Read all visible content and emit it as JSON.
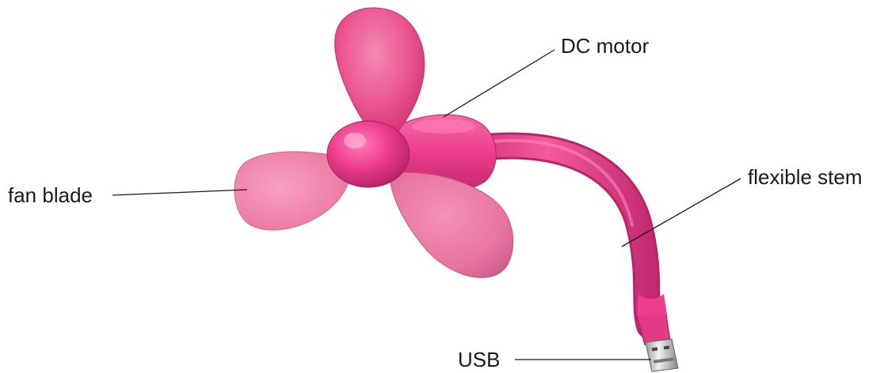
{
  "labels": {
    "dc_motor": "DC motor",
    "fan_blade": "fan blade",
    "flexible_stem": "flexible stem",
    "usb": "USB"
  },
  "colors": {
    "blade_light": "#f07aa6",
    "blade_mid": "#e8508d",
    "blade_dark": "#c8306e",
    "body_pink": "#ee3d8c",
    "body_dark": "#c82c72",
    "metal": "#d8d8d8",
    "metal_dark": "#8a8a8a",
    "text": "#1a1a1a"
  }
}
